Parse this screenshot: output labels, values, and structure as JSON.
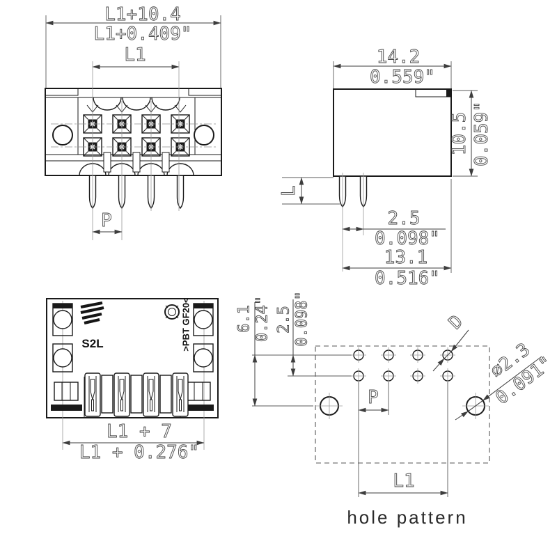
{
  "colors": {
    "outline": "#1a1a1a",
    "dimension_text": "#474747",
    "background": "#ffffff"
  },
  "drawing": {
    "front": {
      "dim_outer_mm": "L1+10.4",
      "dim_outer_in": "L1+0.409\"",
      "dim_l1": "L1",
      "dim_pitch": "P"
    },
    "side": {
      "dim_width_mm": "14.2",
      "dim_width_in": "0.559\"",
      "dim_height_mm": "10.5",
      "dim_height_in": "0.059\"",
      "dim_pin_length": "L",
      "dim_pin_pitch_mm": "2.5",
      "dim_pin_pitch_in": "0.098\"",
      "dim_depth_mm": "13.1",
      "dim_depth_in": "0.516\""
    },
    "top": {
      "product_marking": "S2L",
      "material_marking": ">PBT GF20<",
      "dim_length_mm": "L1 + 7",
      "dim_length_in": "L1 + 0.276\""
    },
    "hole_pattern": {
      "caption": "hole pattern",
      "dim_row_offset_mm": "6.1",
      "dim_row_offset_in": "0.24\"",
      "dim_row_pitch_mm": "2.5",
      "dim_row_pitch_in": "0.098\"",
      "hole_dia_label": "D",
      "mount_hole_dia_mm": "⌀2.3",
      "mount_hole_dia_in": "0.091\"",
      "dim_pitch": "P",
      "dim_l1": "L1"
    }
  }
}
